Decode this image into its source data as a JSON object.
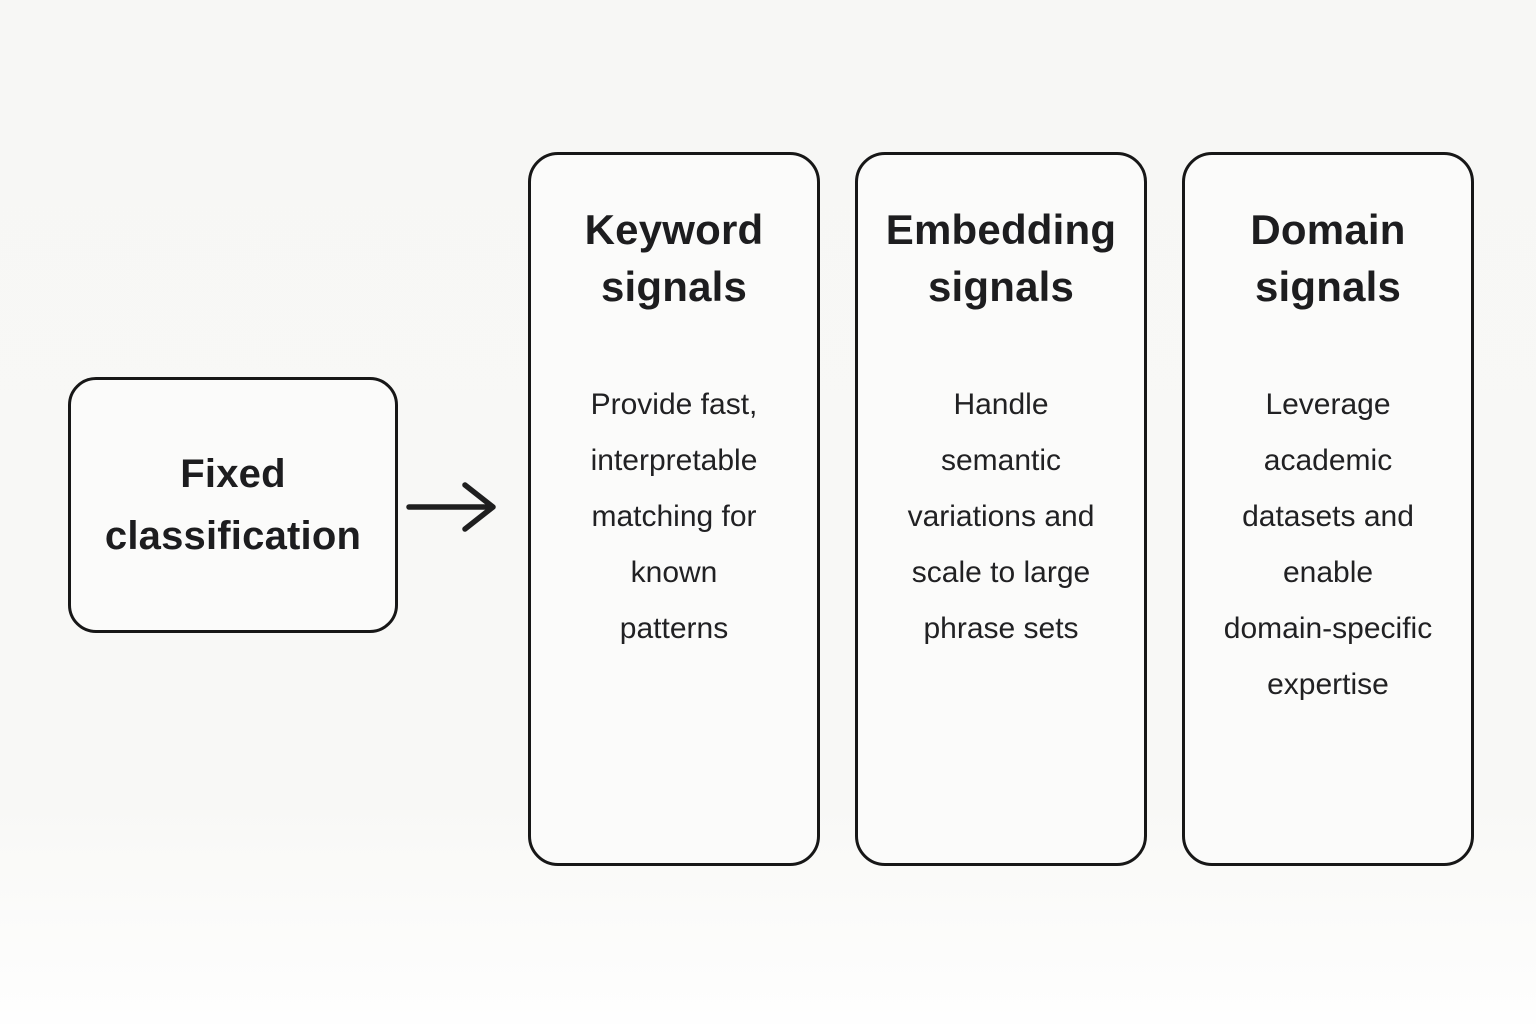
{
  "diagram": {
    "colors": {
      "background": "#f7f7f5",
      "box_fill": "#fbfbfa",
      "border": "#171717",
      "text": "#1d1d1f"
    },
    "source_box": {
      "title_lines": [
        "Fixed",
        "classification"
      ]
    },
    "arrow": {
      "direction": "right"
    },
    "columns": [
      {
        "title_lines": [
          "Keyword",
          "signals"
        ],
        "body_lines": [
          "Provide fast,",
          "interpretable",
          "matching for",
          "known",
          "patterns"
        ]
      },
      {
        "title_lines": [
          "Embedding",
          "signals"
        ],
        "body_lines": [
          "Handle",
          "semantic",
          "variations and",
          "scale to large",
          "phrase sets"
        ]
      },
      {
        "title_lines": [
          "Domain",
          "signals"
        ],
        "body_lines": [
          "Leverage",
          "academic",
          "datasets and",
          "enable",
          "domain-specific",
          "expertise"
        ]
      }
    ]
  }
}
